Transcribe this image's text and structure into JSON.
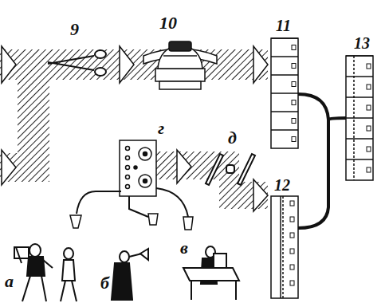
{
  "diagram": {
    "labels": [
      "9",
      "10",
      "11",
      "г",
      "д",
      "12",
      "13",
      "а",
      "б",
      "в"
    ]
  }
}
